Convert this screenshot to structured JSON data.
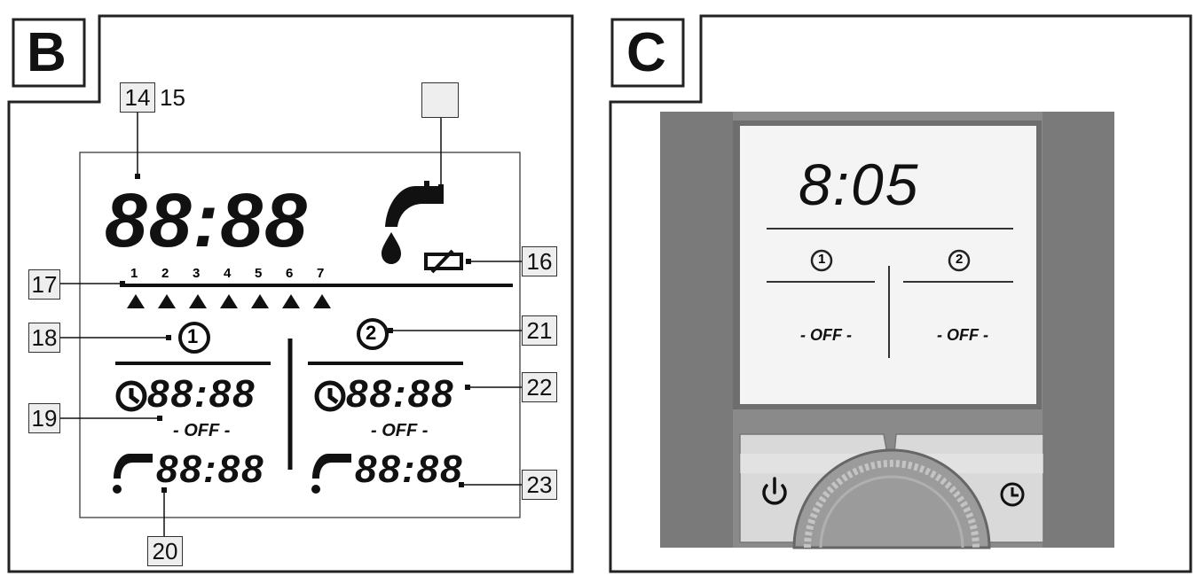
{
  "panel_b": {
    "letter": "B",
    "clock_display": "88:88",
    "days": [
      "1",
      "2",
      "3",
      "4",
      "5",
      "6",
      "7"
    ],
    "program1": {
      "number": "1",
      "alarm_time": "88:88",
      "status": "- OFF -",
      "tap_time": "88:88"
    },
    "program2": {
      "number": "2",
      "alarm_time": "88:88",
      "status": "- OFF -",
      "tap_time": "88:88"
    },
    "callouts": {
      "c14": "14",
      "c15": "15",
      "c16": "16",
      "c17": "17",
      "c18": "18",
      "c19": "19",
      "c20": "20",
      "c21": "21",
      "c22": "22",
      "c23": "23"
    }
  },
  "panel_c": {
    "letter": "C",
    "clock_display": "8:05",
    "program1": {
      "number": "1",
      "status": "- OFF -"
    },
    "program2": {
      "number": "2",
      "status": "- OFF -"
    },
    "colors": {
      "bezel": "#8a8a8a",
      "screen": "#f4f4f4",
      "button": "#d9d9d9"
    },
    "icons": [
      "power-icon",
      "clock-icon"
    ]
  }
}
